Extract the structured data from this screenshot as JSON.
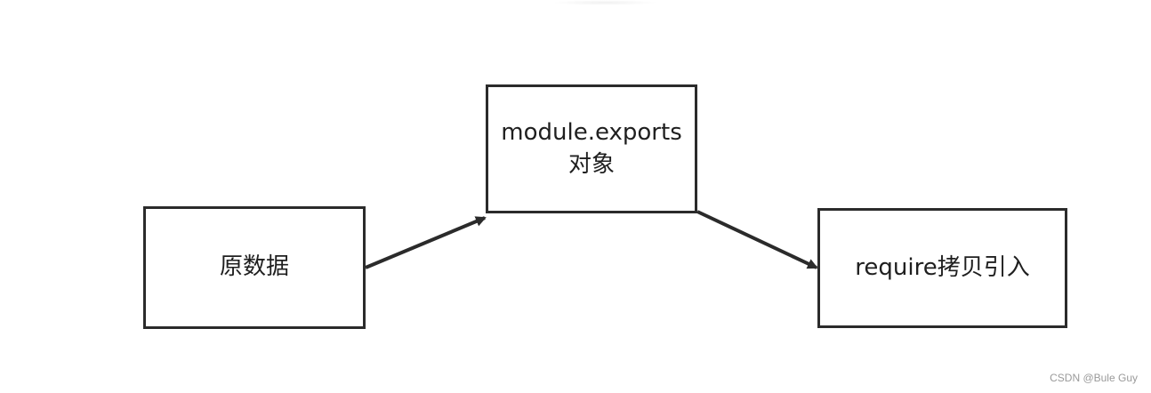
{
  "nodes": [
    {
      "id": "source-data",
      "line1": "原数据"
    },
    {
      "id": "module-exports",
      "line1": "module.exports",
      "line2": "对象"
    },
    {
      "id": "require-copy",
      "line1": "require拷贝引入"
    }
  ],
  "edges": [
    {
      "from": "source-data",
      "to": "module-exports"
    },
    {
      "from": "module-exports",
      "to": "require-copy"
    }
  ],
  "watermark": "CSDN @Bule Guy",
  "colors": {
    "stroke": "#2b2b2b",
    "text": "#1f1f1f",
    "watermark": "#9a9a9a",
    "background": "#ffffff"
  }
}
